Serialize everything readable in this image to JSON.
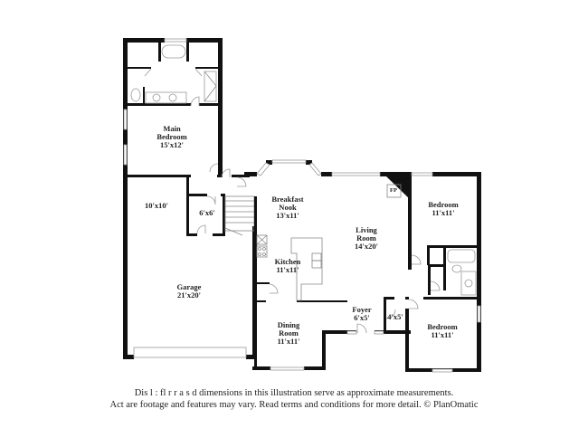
{
  "floorplan": {
    "rooms": [
      {
        "id": "main-bedroom",
        "name": "Main\nBedroom",
        "name_line1": "Main",
        "name_line2": "Bedroom",
        "dims": "15'x12'"
      },
      {
        "id": "bonus-room",
        "name": "",
        "dims": "10'x10'"
      },
      {
        "id": "closet-6x6",
        "name": "",
        "dims": "6'x6'"
      },
      {
        "id": "garage",
        "name": "Garage",
        "dims": "21'x20'"
      },
      {
        "id": "breakfast-nook",
        "name_line1": "Breakfast",
        "name_line2": "Nook",
        "dims": "13'x11'"
      },
      {
        "id": "kitchen",
        "name": "Kitchen",
        "dims": "11'x11'"
      },
      {
        "id": "living-room",
        "name_line1": "Living",
        "name_line2": "Room",
        "dims": "14'x20'"
      },
      {
        "id": "dining-room",
        "name_line1": "Dining",
        "name_line2": "Room",
        "dims": "11'x11'"
      },
      {
        "id": "foyer",
        "name": "Foyer",
        "dims": "6'x5'"
      },
      {
        "id": "closet-4x5",
        "name": "",
        "dims": "4'x5'"
      },
      {
        "id": "bedroom-2",
        "name": "Bedroom",
        "dims": "11'x11'"
      },
      {
        "id": "bedroom-3",
        "name": "Bedroom",
        "dims": "11'x11'"
      }
    ],
    "fireplace_label": "FP"
  },
  "disclaimer": {
    "line1": "Dis    l  : fl   r r  a   s    d dimensions in this illustration serve as approximate measurements.",
    "line2": "Act     are footage and features may vary. Read terms and conditions for more detail. © PlanOmatic"
  },
  "colors": {
    "wall": "#111111",
    "fixture": "#9a9a9a",
    "background": "#ffffff"
  }
}
